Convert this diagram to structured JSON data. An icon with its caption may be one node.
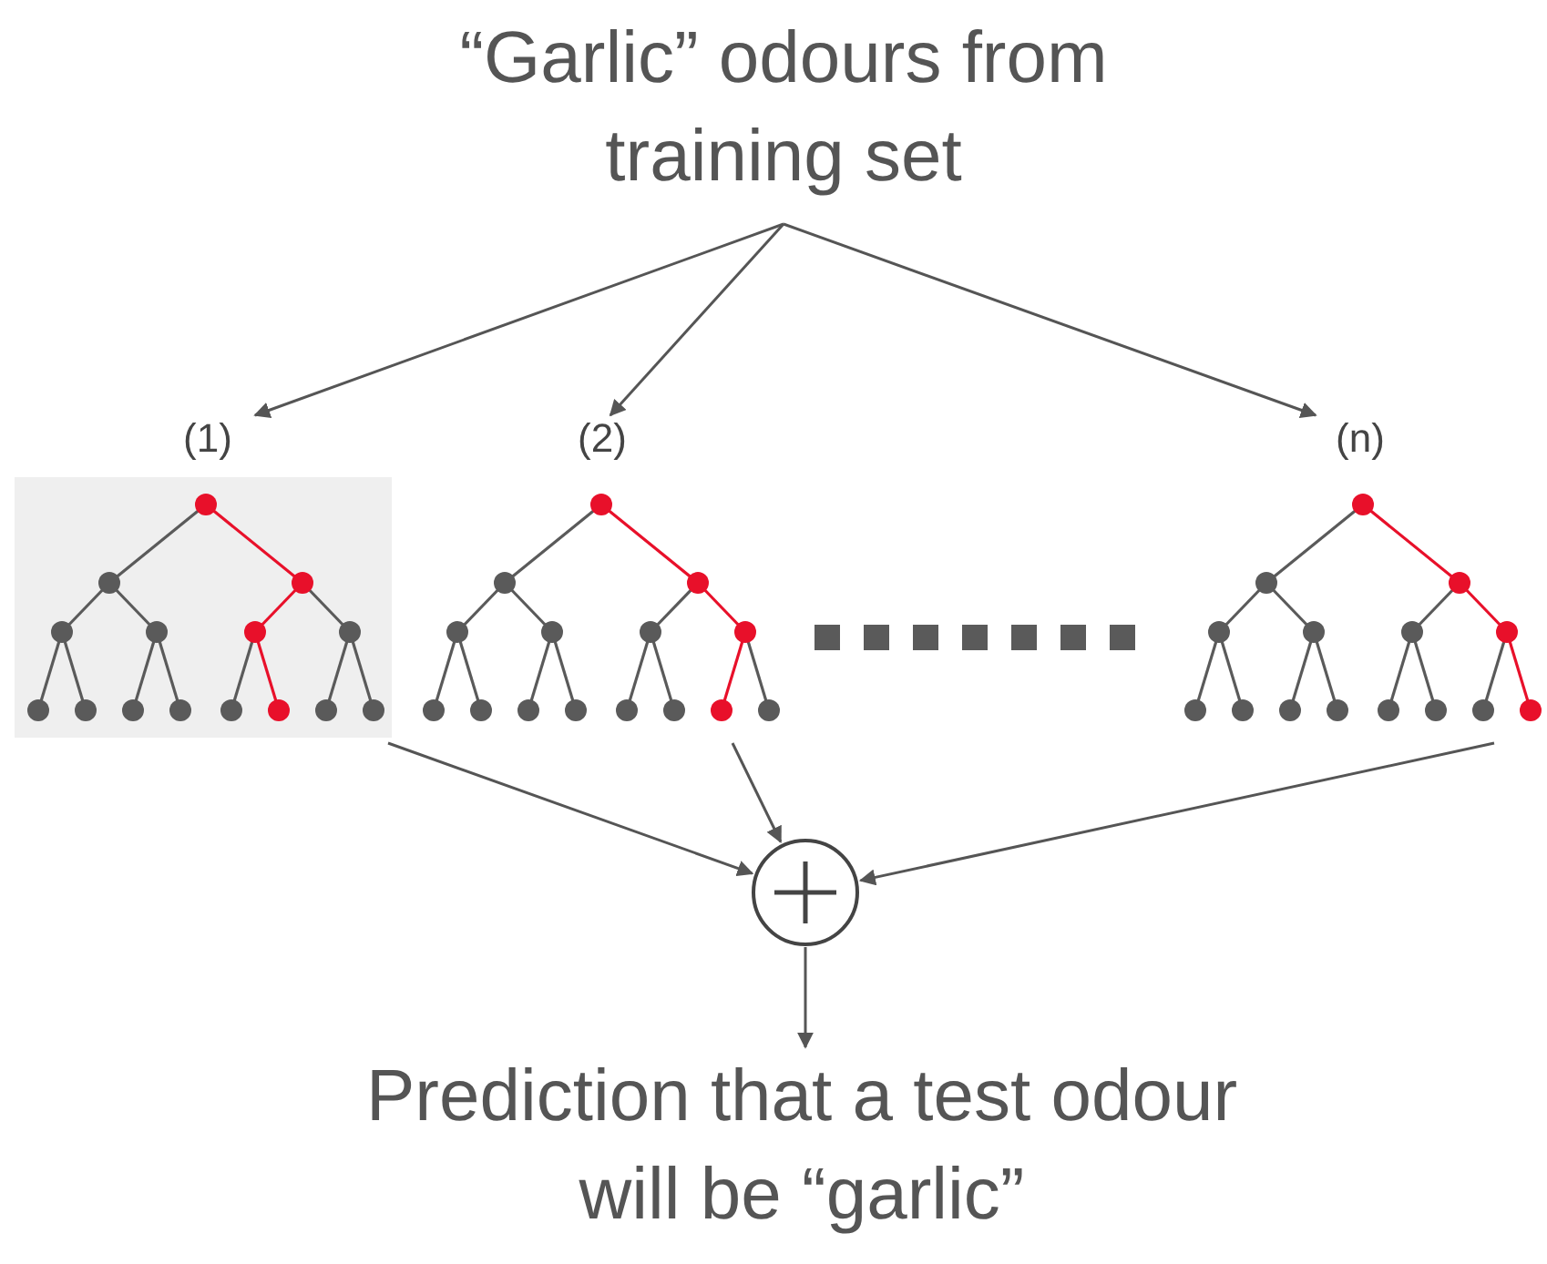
{
  "diagram": {
    "nodes": [
      {
        "text": [
          "“Garlic” odours from training set"
        ]
      },
      {
        "text": [
          "(1)"
        ]
      },
      {
        "text": [
          "(2)"
        ]
      },
      {
        "text": [
          "(n)"
        ]
      },
      {
        "text": [],
        "shape": "circle"
      },
      {
        "text": [
          "Prediction that a test odour will be “garlic”"
        ]
      }
    ],
    "edges": [
      {
        "from": 0,
        "to": 1,
        "arrow": "to"
      },
      {
        "from": 0,
        "to": 2,
        "arrow": "to"
      },
      {
        "from": 0,
        "to": 3,
        "arrow": "to"
      },
      {
        "from": 1,
        "to": 4,
        "arrow": "to"
      },
      {
        "from": 2,
        "to": 4,
        "arrow": "to"
      },
      {
        "from": 3,
        "to": 4,
        "arrow": "to"
      },
      {
        "from": 4,
        "to": 5,
        "arrow": "to"
      }
    ]
  }
}
